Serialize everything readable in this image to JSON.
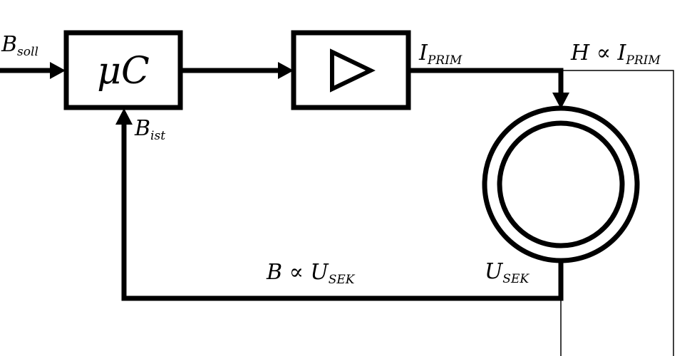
{
  "blocks": {
    "controller": {
      "symbol": "μ",
      "letter": "C"
    },
    "amplifier": {
      "icon": "triangle-amplifier-icon"
    }
  },
  "labels": {
    "b_soll": {
      "main": "B",
      "sub": "soll"
    },
    "b_ist": {
      "main": "B",
      "sub": "ist"
    },
    "i_prim": {
      "main": "I",
      "sub": "PRIM"
    },
    "h_prop": {
      "main": "H ∝ I",
      "sub": "PRIM"
    },
    "b_prop": {
      "main": "B ∝ U",
      "sub": "SEK"
    },
    "u_sek": {
      "main": "U",
      "sub": "SEK"
    }
  },
  "colors": {
    "stroke": "#000000",
    "background": "#ffffff"
  }
}
